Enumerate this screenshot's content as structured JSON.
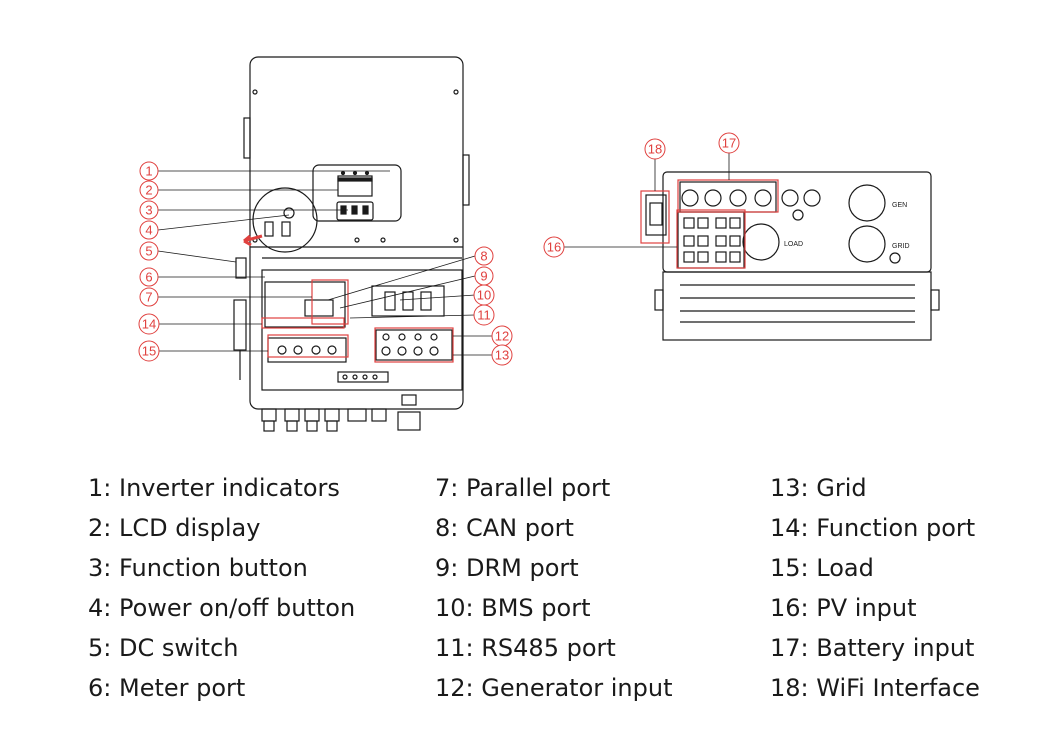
{
  "colors": {
    "accent": "#e0413f",
    "line": "#1a1a1a",
    "text": "#1a1a1a"
  },
  "diagram": {
    "callouts": [
      "1",
      "2",
      "3",
      "4",
      "5",
      "6",
      "7",
      "8",
      "9",
      "10",
      "11",
      "14",
      "15",
      "12",
      "13",
      "16",
      "17",
      "18"
    ],
    "side_labels": {
      "load": "LOAD",
      "gen": "GEN",
      "grid": "GRID"
    }
  },
  "legend": {
    "col1": [
      "1: Inverter indicators",
      "2: LCD display",
      "3: Function button",
      "4: Power on/off button",
      "5: DC switch",
      "6: Meter port"
    ],
    "col2": [
      "7: Parallel port",
      "8: CAN port",
      "9: DRM port",
      "10: BMS port",
      "11: RS485 port",
      "12: Generator input"
    ],
    "col3": [
      "13: Grid",
      "14: Function port",
      "15: Load",
      "16: PV input",
      "17: Battery input",
      "18: WiFi Interface"
    ]
  }
}
